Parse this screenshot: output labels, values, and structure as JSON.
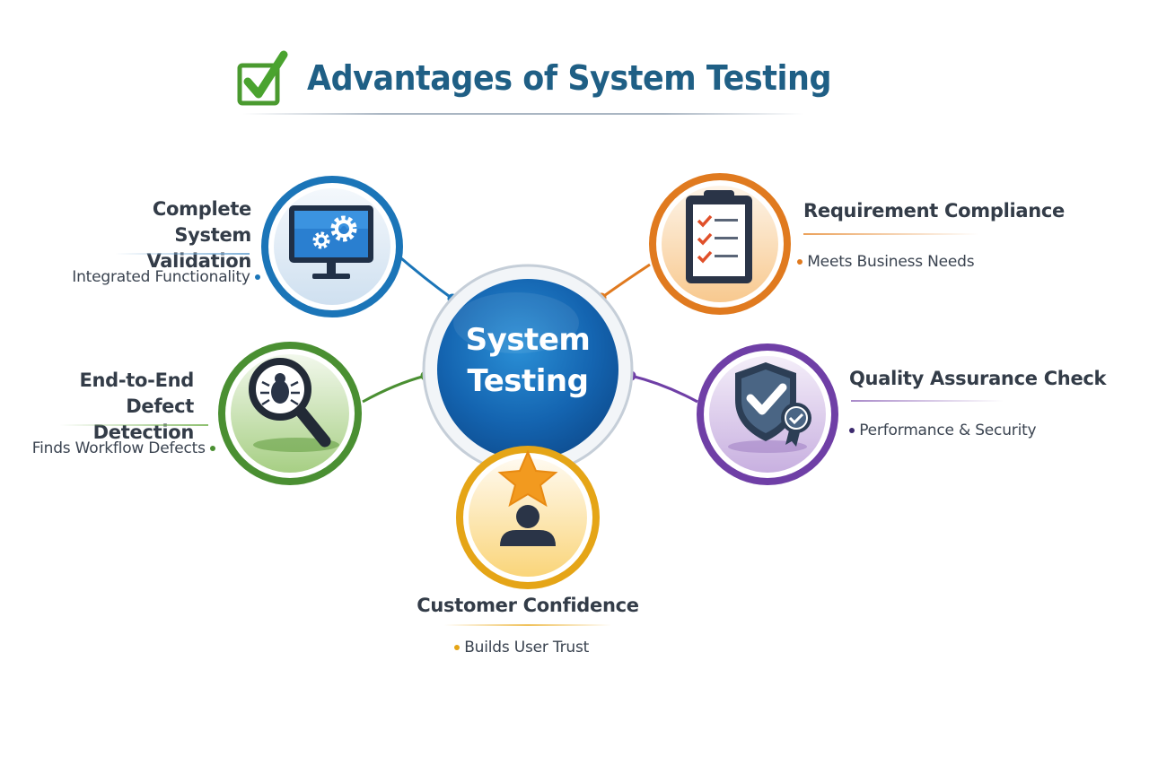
{
  "title": "Advantages of System Testing",
  "center": {
    "line1": "System",
    "line2": "Testing"
  },
  "nodes": {
    "validation": {
      "title1": "Complete System",
      "title2": "Validation",
      "sub": "Integrated Functionality",
      "color": "#1b75b8",
      "icon": "monitor-gears-icon"
    },
    "compliance": {
      "title": "Requirement Compliance",
      "sub": "Meets Business Needs",
      "color": "#e07a1f",
      "icon": "clipboard-checklist-icon"
    },
    "defect": {
      "title1": "End-to-End Defect",
      "title2": "Detection",
      "sub": "Finds Workflow Defects",
      "color": "#4a8f32",
      "icon": "magnifier-bug-icon"
    },
    "quality": {
      "title": "Quality Assurance Check",
      "sub": "Performance & Security",
      "color": "#6f3fa6",
      "icon": "shield-check-icon"
    },
    "confidence": {
      "title": "Customer Confidence",
      "sub": "Builds User Trust",
      "color": "#e5a517",
      "icon": "user-star-icon"
    }
  }
}
